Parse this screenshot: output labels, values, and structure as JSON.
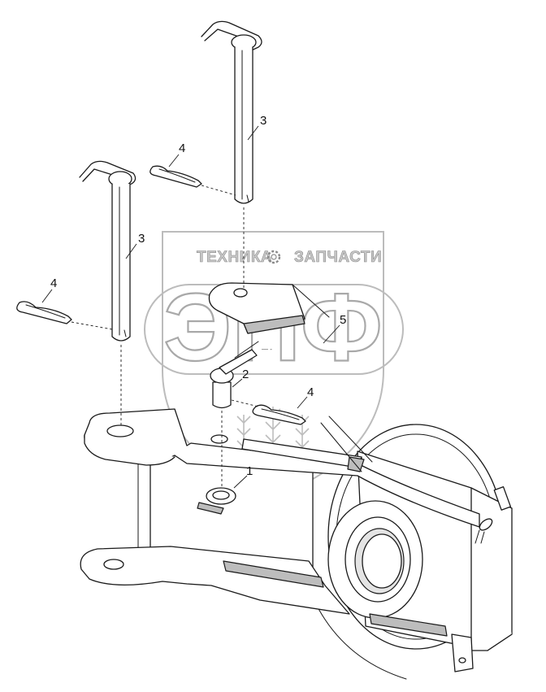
{
  "watermark": {
    "brand_left": "ТЕХНИКА",
    "brand_right": "ЗАПЧАСТИ",
    "logo_letters": "ЭПФ"
  },
  "callouts": {
    "c1": "1",
    "c2": "2",
    "c3_top": "3",
    "c3_left": "3",
    "c4_top": "4",
    "c4_left": "4",
    "c4_mid": "4",
    "c5": "5"
  }
}
